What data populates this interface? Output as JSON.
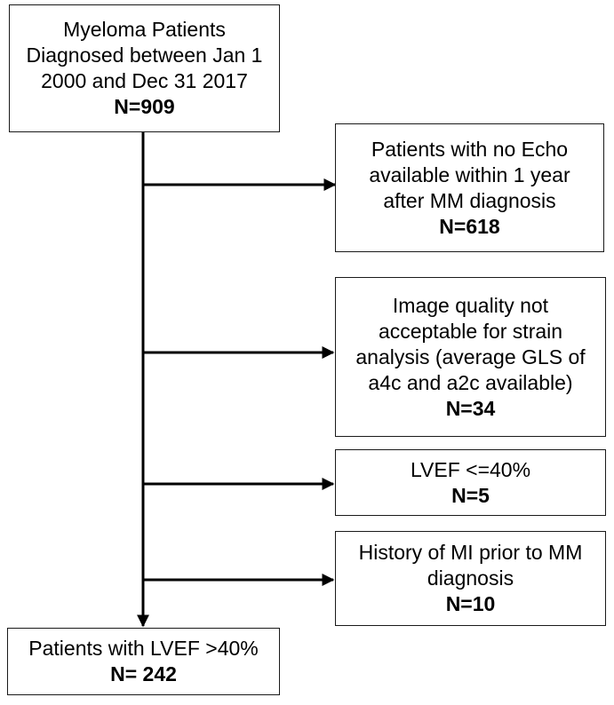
{
  "boxes": {
    "start": {
      "lines": [
        "Myeloma Patients",
        "Diagnosed between Jan 1",
        "2000 and Dec 31 2017"
      ],
      "count": "N=909"
    },
    "excl_no_echo": {
      "lines": [
        "Patients with no Echo",
        "available within 1 year",
        "after MM diagnosis"
      ],
      "count": "N=618"
    },
    "excl_image_quality": {
      "lines": [
        "Image quality not",
        "acceptable for strain",
        "analysis (average GLS of",
        "a4c and a2c available)"
      ],
      "count": "N=34"
    },
    "excl_lvef": {
      "lines": [
        "LVEF <=40%"
      ],
      "count": "N=5"
    },
    "excl_mi": {
      "lines": [
        "History of MI prior to MM",
        "diagnosis"
      ],
      "count": "N=10"
    },
    "final": {
      "lines": [
        "Patients with LVEF >40%"
      ],
      "count": "N= 242"
    }
  }
}
